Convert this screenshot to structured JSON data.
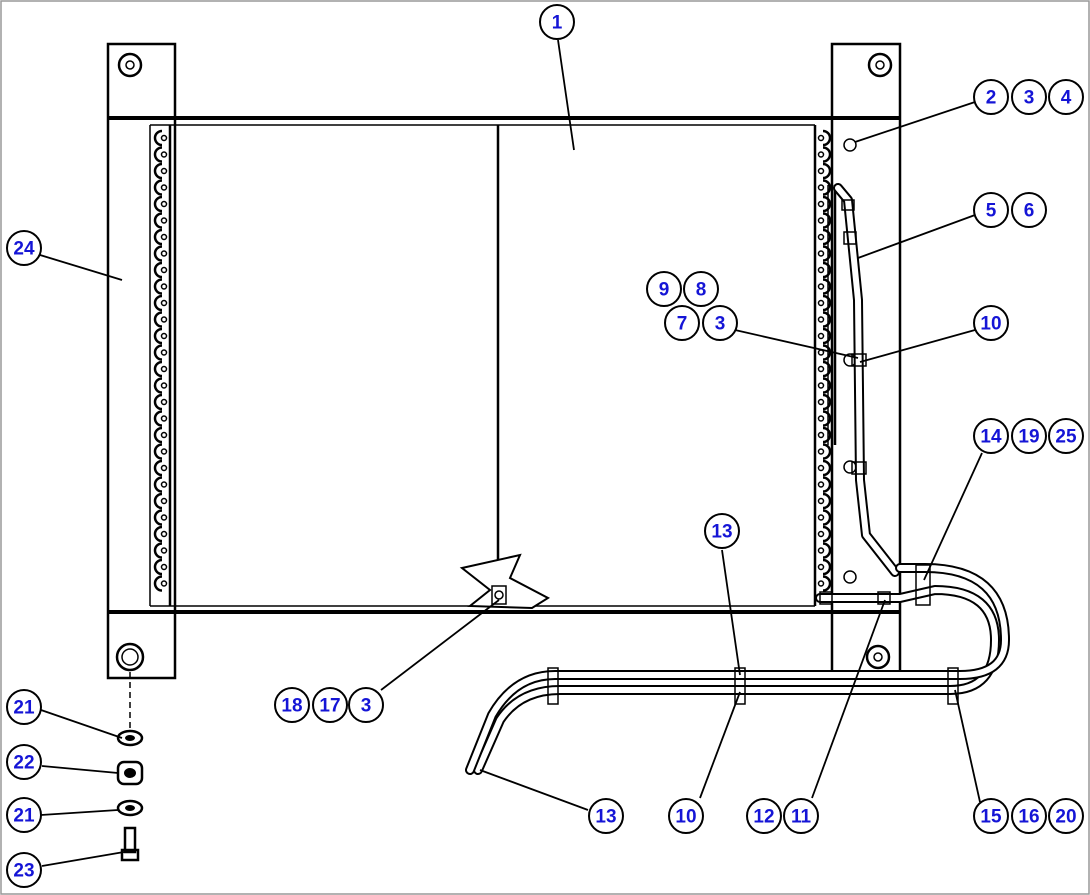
{
  "callouts": [
    {
      "id": "c1",
      "label": "1"
    },
    {
      "id": "c2",
      "label": "2"
    },
    {
      "id": "c3a",
      "label": "3"
    },
    {
      "id": "c4",
      "label": "4"
    },
    {
      "id": "c5",
      "label": "5"
    },
    {
      "id": "c6",
      "label": "6"
    },
    {
      "id": "c9",
      "label": "9"
    },
    {
      "id": "c8",
      "label": "8"
    },
    {
      "id": "c7",
      "label": "7"
    },
    {
      "id": "c3b",
      "label": "3"
    },
    {
      "id": "c10a",
      "label": "10"
    },
    {
      "id": "c24",
      "label": "24"
    },
    {
      "id": "c14",
      "label": "14"
    },
    {
      "id": "c19",
      "label": "19"
    },
    {
      "id": "c25",
      "label": "25"
    },
    {
      "id": "c13a",
      "label": "13"
    },
    {
      "id": "c18",
      "label": "18"
    },
    {
      "id": "c17",
      "label": "17"
    },
    {
      "id": "c3c",
      "label": "3"
    },
    {
      "id": "c21a",
      "label": "21"
    },
    {
      "id": "c22",
      "label": "22"
    },
    {
      "id": "c21b",
      "label": "21"
    },
    {
      "id": "c23",
      "label": "23"
    },
    {
      "id": "c13b",
      "label": "13"
    },
    {
      "id": "c10b",
      "label": "10"
    },
    {
      "id": "c12",
      "label": "12"
    },
    {
      "id": "c11",
      "label": "11"
    },
    {
      "id": "c15",
      "label": "15"
    },
    {
      "id": "c16",
      "label": "16"
    },
    {
      "id": "c20",
      "label": "20"
    }
  ]
}
